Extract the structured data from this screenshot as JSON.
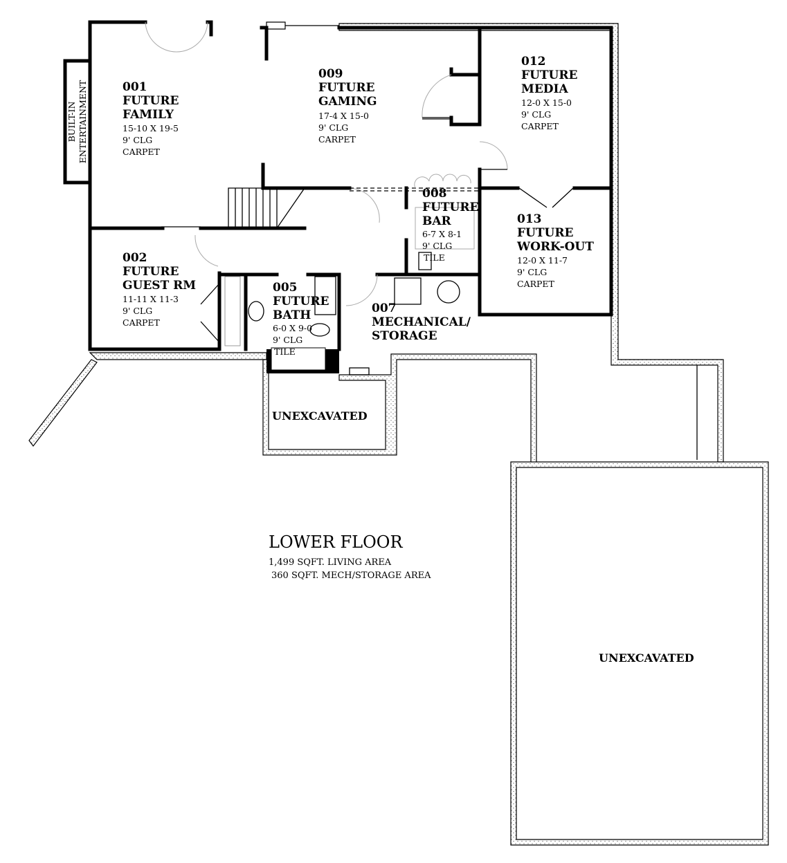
{
  "plan": {
    "title": "LOWER FLOOR",
    "area_lines": [
      "1,499 SQFT. LIVING AREA",
      "360 SQFT. MECH/STORAGE AREA"
    ],
    "built_in": [
      "BUILT-IN",
      "ENTERTAINMENT"
    ],
    "unexcavated_label": "UNEXCAVATED",
    "rooms": [
      {
        "number": "001",
        "name": [
          "FUTURE",
          "FAMILY"
        ],
        "size": "15-10 X 19-5",
        "ceiling": "9' CLG",
        "floor": "CARPET"
      },
      {
        "number": "009",
        "name": [
          "FUTURE",
          "GAMING"
        ],
        "size": "17-4 X 15-0",
        "ceiling": "9' CLG",
        "floor": "CARPET"
      },
      {
        "number": "012",
        "name": [
          "FUTURE",
          "MEDIA"
        ],
        "size": "12-0 X 15-0",
        "ceiling": "9' CLG",
        "floor": "CARPET"
      },
      {
        "number": "008",
        "name": [
          "FUTURE",
          "BAR"
        ],
        "size": "6-7 X 8-1",
        "ceiling": "9' CLG",
        "floor": "TILE"
      },
      {
        "number": "013",
        "name": [
          "FUTURE",
          "WORK-OUT"
        ],
        "size": "12-0 X 11-7",
        "ceiling": "9' CLG",
        "floor": "CARPET"
      },
      {
        "number": "002",
        "name": [
          "FUTURE",
          "GUEST RM"
        ],
        "size": "11-11 X 11-3",
        "ceiling": "9' CLG",
        "floor": "CARPET"
      },
      {
        "number": "005",
        "name": [
          "FUTURE",
          "BATH"
        ],
        "size": "6-0 X 9-0",
        "ceiling": "9' CLG",
        "floor": "TILE"
      },
      {
        "number": "007",
        "name": [
          "MECHANICAL/",
          "STORAGE"
        ]
      }
    ]
  }
}
